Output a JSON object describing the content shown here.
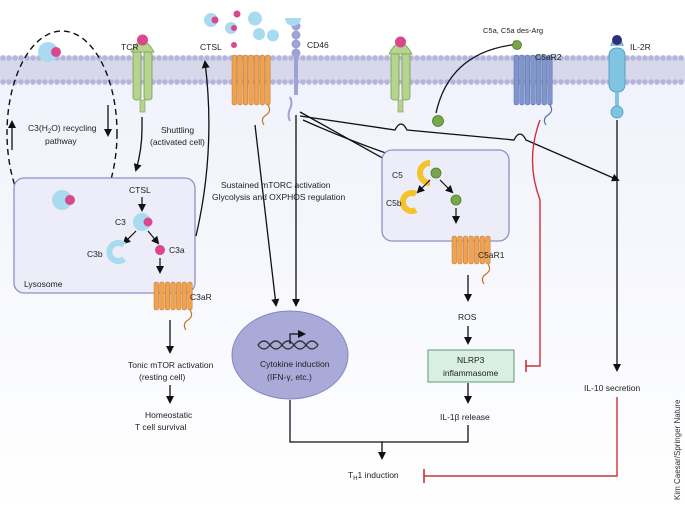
{
  "labels": {
    "tcr": "TCR",
    "ctsl_membrane": "CTSL",
    "cd46": "CD46",
    "c5a_ligand": "C5a, C5a des-Arg",
    "c5ar2": "C5aR2",
    "il2r": "IL-2R",
    "recycling_line1": "C3(H",
    "recycling_sub": "2",
    "recycling_line1b": "O) recycling",
    "recycling_line2": "pathway",
    "shuttling_line1": "Shuttling",
    "shuttling_line2": "(activated cell)",
    "lysosome_ctsl": "CTSL",
    "c3": "C3",
    "c3b": "C3b",
    "c3a": "C3a",
    "lysosome": "Lysosome",
    "c3ar": "C3aR",
    "mtorc_line1": "Sustained mTORC activation",
    "mtorc_line2": "Glycolysis and OXPHOS regulation",
    "c5": "C5",
    "c5b": "C5b",
    "c5ar1": "C5aR1",
    "ros": "ROS",
    "nlrp3_line1": "NLRP3",
    "nlrp3_line2": "inflammasome",
    "tonic_line1": "Tonic mTOR activation",
    "tonic_line2": "(resting cell)",
    "homeostatic_line1": "Homeostatic",
    "homeostatic_line2": "T cell survival",
    "cytokine_line1": "Cytokine induction",
    "cytokine_line2": "(IFN-γ, etc.)",
    "il1b": "IL-1β release",
    "il10": "IL-10 secretion",
    "th1_prefix": "T",
    "th1_sub": "H",
    "th1_suffix": "1 induction",
    "credit": "Kim Caesar/Springer Nature"
  },
  "colors": {
    "membrane_band": "#d3d3e8",
    "lipid_head": "#b3b6d8",
    "lysosome_fill": "#ecedf8",
    "lysosome_stroke": "#8e90c4",
    "nucleus_fill": "#a9aad8",
    "tcr_green": "#b5d48e",
    "receptor_orange": "#f0a250",
    "c5ar2_blue": "#7f95cc",
    "il2r_blue": "#7fc4e3",
    "c3_blue": "#a8dbf0",
    "c3a_pink": "#d9478c",
    "c5_yellow": "#f4c22a",
    "c5a_green": "#77a64b",
    "nlrp3_fill": "#d9efe2",
    "inhibit_red": "#cc3333"
  }
}
